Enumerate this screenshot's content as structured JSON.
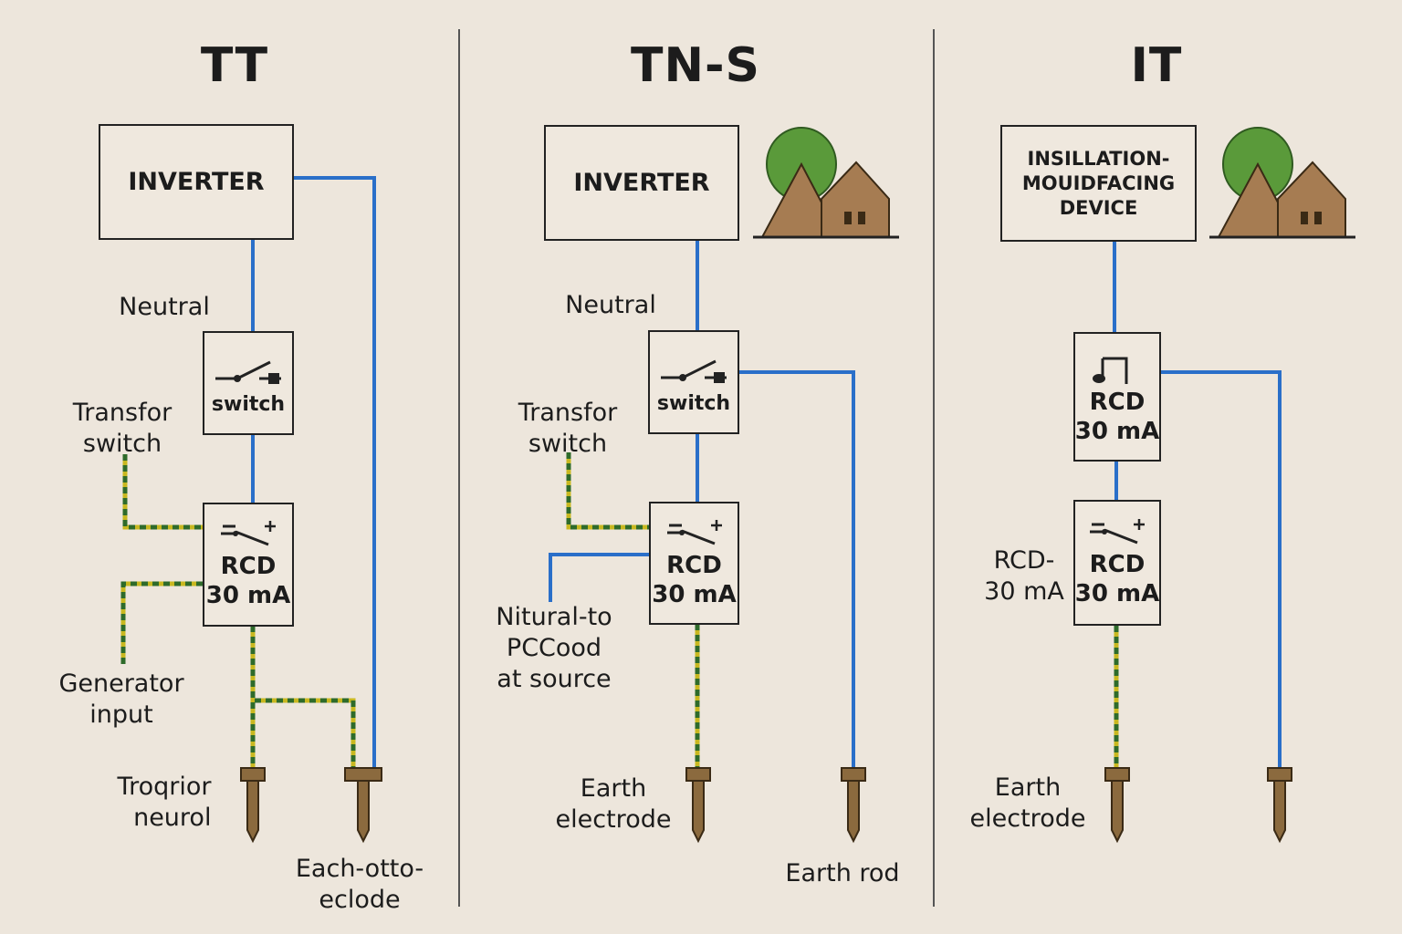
{
  "panels": {
    "tt": {
      "title": "TT",
      "device": "INVERTER",
      "labels": {
        "neutral": "Neutral",
        "transfer_switch": "Transfor\nswitch",
        "generator_input": "Generator\ninput",
        "left_electrode": "Troqrior\nneurol",
        "right_electrode": "Each-otto-\neclode"
      },
      "switch_text": "switch",
      "rcd_text": "RCD\n30 mA"
    },
    "tns": {
      "title": "TN-S",
      "device": "INVERTER",
      "labels": {
        "neutral": "Neutral",
        "transfer_switch": "Transfor\nswitch",
        "neutral_to_pe": "Nitural-to\nPCCood\nat source",
        "earth_electrode": "Earth\nelectrode",
        "earth_rod": "Earth rod"
      },
      "switch_text": "switch",
      "rcd_text": "RCD\n30 mA"
    },
    "it": {
      "title": "IT",
      "device": "INSILLATION-\nMOUIDFACING\nDEVICE",
      "labels": {
        "rcd_side": "RCD-\n30 mA",
        "earth_electrode": "Earth\nelectrode"
      },
      "rcd_upper_text": "RCD\n30 mA",
      "rcd_lower_text": "RCD\n30 mA"
    }
  },
  "colors": {
    "background": "#ede6dc",
    "neutral_wire": "#2a6fc9",
    "earth_wire_green": "#2e6b2a",
    "earth_wire_yellow": "#c8b820",
    "rod": "#8b6a3e",
    "house": "#a67c52",
    "tree": "#5a9a3a"
  },
  "icons": [
    "house-icon",
    "tree-icon",
    "switch-symbol-icon",
    "rcd-symbol-icon",
    "earth-rod-icon"
  ]
}
